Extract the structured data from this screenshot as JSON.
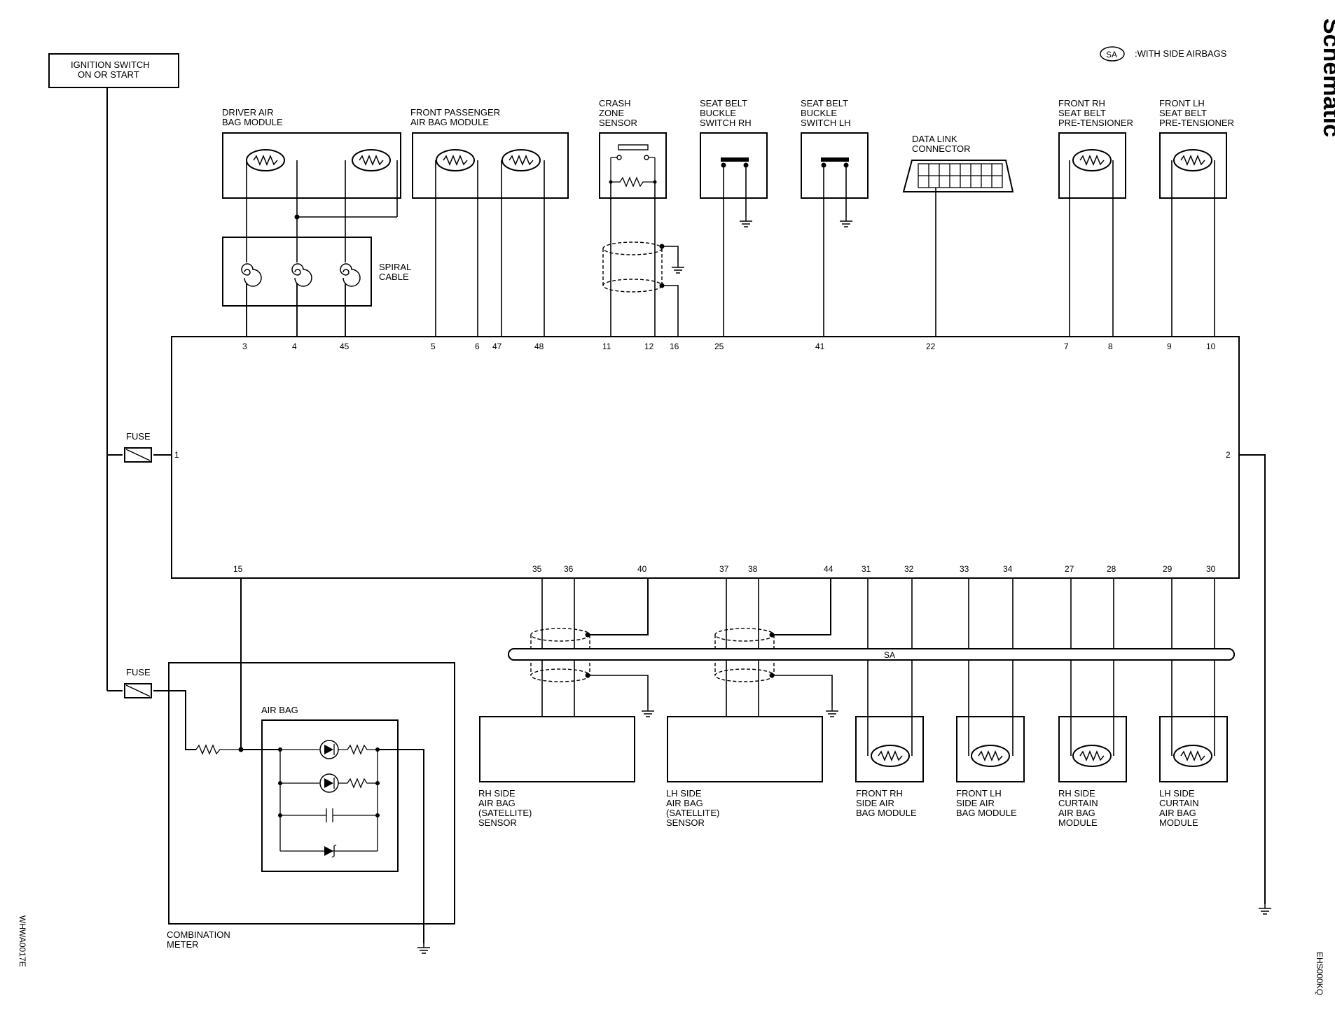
{
  "page": {
    "title": "Schematic",
    "legend_symbol": "SA",
    "legend_text": ":WITH SIDE AIRBAGS",
    "code_left": "WHWA0017E",
    "code_right": "EHS000KQ"
  },
  "components": {
    "ignition": [
      "IGNITION SWITCH",
      "ON OR START"
    ],
    "driver_module": [
      "DRIVER AIR",
      "BAG MODULE"
    ],
    "passenger_module": [
      "FRONT PASSENGER",
      "AIR BAG MODULE"
    ],
    "crash_sensor": [
      "CRASH",
      "ZONE",
      "SENSOR"
    ],
    "buckle_rh": [
      "SEAT BELT",
      "BUCKLE",
      "SWITCH RH"
    ],
    "buckle_lh": [
      "SEAT BELT",
      "BUCKLE",
      "SWITCH LH"
    ],
    "dlc": [
      "DATA LINK",
      "CONNECTOR"
    ],
    "pretensioner_rh": [
      "FRONT RH",
      "SEAT BELT",
      "PRE-TENSIONER"
    ],
    "pretensioner_lh": [
      "FRONT LH",
      "SEAT BELT",
      "PRE-TENSIONER"
    ],
    "spiral": [
      "SPIRAL",
      "CABLE"
    ],
    "fuse1": "FUSE",
    "fuse2": "FUSE",
    "air_bag_lamp": "AIR BAG",
    "combination_meter": [
      "COMBINATION",
      "METER"
    ],
    "rh_side_sensor": [
      "RH SIDE",
      "AIR BAG",
      "(SATELLITE)",
      "SENSOR"
    ],
    "lh_side_sensor": [
      "LH SIDE",
      "AIR BAG",
      "(SATELLITE)",
      "SENSOR"
    ],
    "front_rh_side": [
      "FRONT RH",
      "SIDE AIR",
      "BAG MODULE"
    ],
    "front_lh_side": [
      "FRONT LH",
      "SIDE AIR",
      "BAG MODULE"
    ],
    "rh_curtain": [
      "RH SIDE",
      "CURTAIN",
      "AIR BAG",
      "MODULE"
    ],
    "lh_curtain": [
      "LH SIDE",
      "CURTAIN",
      "AIR BAG",
      "MODULE"
    ],
    "harness": "SA"
  },
  "pins": {
    "top": [
      "3",
      "4",
      "45",
      "5",
      "6",
      "47",
      "48",
      "11",
      "12",
      "16",
      "25",
      "41",
      "22",
      "7",
      "8",
      "9",
      "10"
    ],
    "left": "1",
    "right": "2",
    "bottom": [
      "15",
      "35",
      "36",
      "40",
      "37",
      "38",
      "44",
      "31",
      "32",
      "33",
      "34",
      "27",
      "28",
      "29",
      "30"
    ]
  }
}
